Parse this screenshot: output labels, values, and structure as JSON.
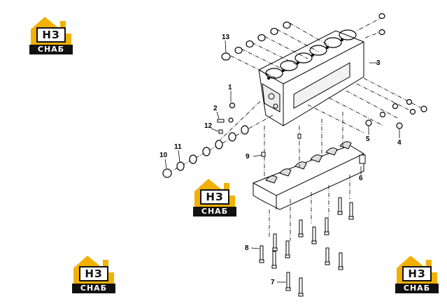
{
  "logo": {
    "mark": "НЗ",
    "text": "СНАБ"
  },
  "callouts": {
    "c1": "1",
    "c2": "2",
    "c3": "3",
    "c4": "4",
    "c5": "5",
    "c6": "6",
    "c7": "7",
    "c8": "8",
    "c9": "9",
    "c10": "10",
    "c11": "11",
    "c12": "12",
    "c13": "13"
  },
  "colors": {
    "logo_yellow": "#f2b100",
    "logo_dark": "#111111",
    "line": "#000000"
  }
}
